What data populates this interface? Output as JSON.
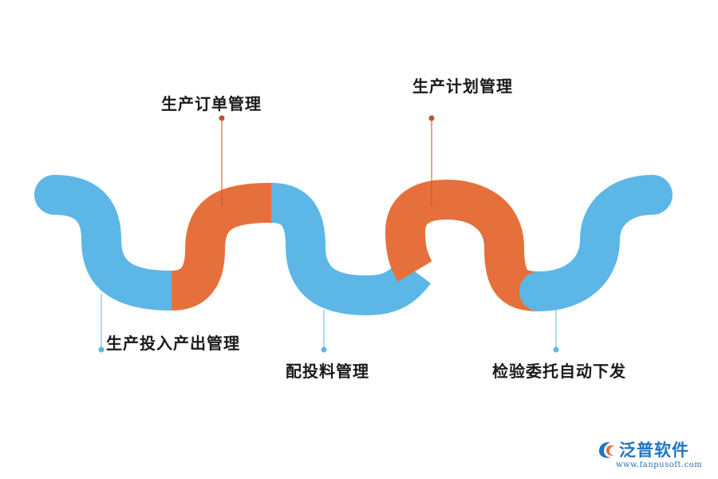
{
  "colors": {
    "blue": "#5db7e6",
    "orange": "#e6703c",
    "marker_blue": "#5db7e6",
    "marker_orange": "#c0532b",
    "logo": "#1e75c4"
  },
  "steps": [
    {
      "label": "生产订单管理",
      "color": "orange"
    },
    {
      "label": "生产计划管理",
      "color": "orange"
    },
    {
      "label": "生产投入产出管理",
      "color": "blue"
    },
    {
      "label": "配投料管理",
      "color": "blue"
    },
    {
      "label": "检验委托自动下发",
      "color": "blue"
    }
  ],
  "logo": {
    "icon": "fanpu-logo-icon",
    "name": "泛普软件",
    "url": "www.fanpusoft.com"
  }
}
